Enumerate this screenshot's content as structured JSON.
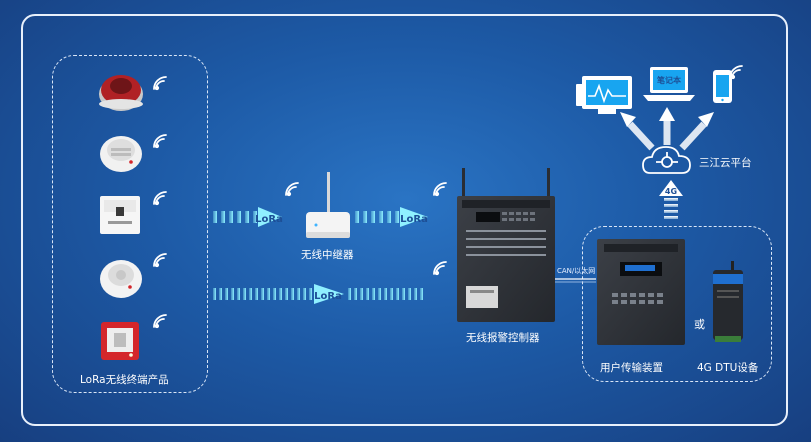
{
  "terminals": {
    "label": "LoRa无线终端产品",
    "devices": [
      "sound-light-alarm",
      "smoke-detector",
      "input-module",
      "heat-detector",
      "manual-call-point"
    ]
  },
  "repeater": {
    "label": "无线中继器"
  },
  "controller": {
    "label": "无线报警控制器"
  },
  "transmission": {
    "label": "用户传输装置"
  },
  "dtu": {
    "label": "4G DTU设备"
  },
  "links": {
    "lora_label": "LoRa",
    "can_label": "CAN/以太网",
    "cellular_label": "4G",
    "or_label": "或"
  },
  "cloud": {
    "label": "三江云平台"
  },
  "clients": {
    "notebook_label": "笔记本"
  },
  "colors": {
    "background": "#1d5aa6",
    "arrow": "#7fe0ef",
    "line": "#ffffff",
    "device_dark": "#2b2f36",
    "alarm_red": "#d4262b"
  }
}
